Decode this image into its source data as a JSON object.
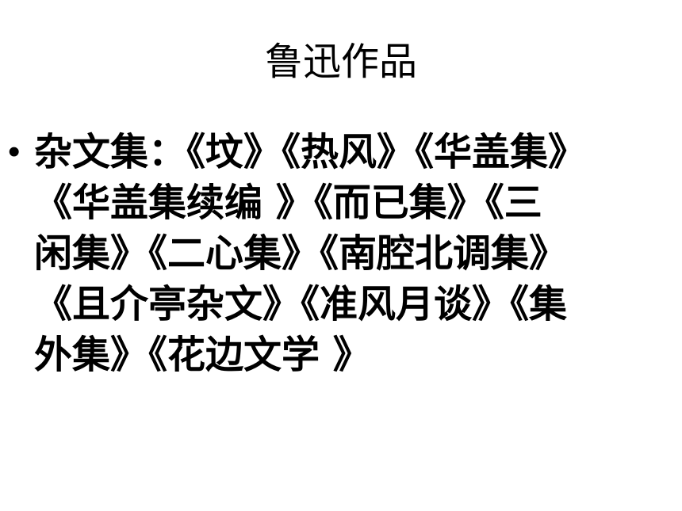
{
  "slide": {
    "title": "鲁迅作品",
    "bullet": {
      "marker": "•",
      "lines": [
        "杂文集：《坟》《热风》《华盖集》",
        "《华盖集续编 》《而已集》《三",
        "闲集》《二心集》《南腔北调集》",
        "《且介亭杂文》《准风月谈》《集",
        "外集》《花边文学 》"
      ]
    }
  }
}
